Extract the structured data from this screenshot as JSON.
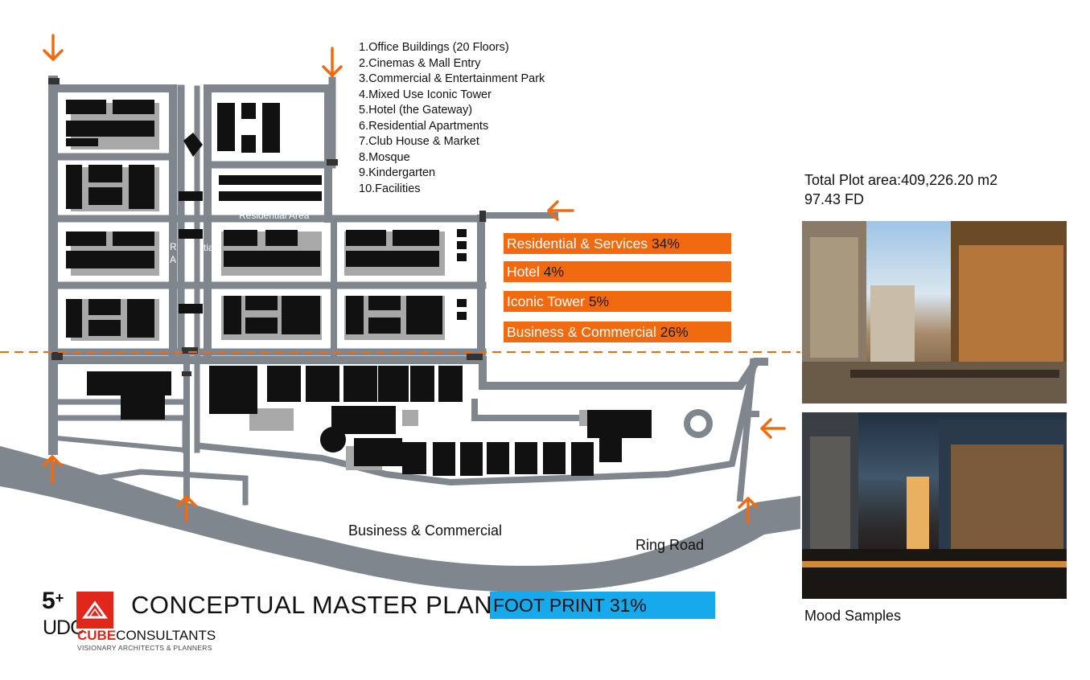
{
  "legend": {
    "items": [
      "1.Office Buildings (20 Floors)",
      "2.Cinemas & Mall Entry",
      "3.Commercial & Entertainment Park",
      "4.Mixed Use Iconic Tower",
      "5.Hotel (the Gateway)",
      "6.Residential Apartments",
      "7.Club House & Market",
      "8.Mosque",
      "9.Kindergarten",
      "10.Facilities"
    ]
  },
  "plot": {
    "area": "Total Plot area:409,226.20 m2",
    "fd": "97.43 FD"
  },
  "land_use": [
    {
      "label": "Residential & Services",
      "percent": "34%"
    },
    {
      "label": "Hotel",
      "percent": "4%"
    },
    {
      "label": "Iconic Tower",
      "percent": "5%"
    },
    {
      "label": "Business & Commercial",
      "percent": "26%"
    }
  ],
  "map_labels": {
    "residential_area": "Residential Area",
    "residential_partial_1": "R",
    "residential_partial_2": "tial",
    "residential_partial_3": "A",
    "business_commercial": "Business & Commercial",
    "ring_road": "Ring Road"
  },
  "mood": {
    "label": "Mood Samples"
  },
  "footprint": {
    "label": "FOOT PRINT 31%"
  },
  "title": {
    "text": "CONCEPTUAL MASTER PLAN"
  },
  "logo": {
    "number": "5",
    "plus": "+",
    "udc": "UDC",
    "cube_bold": "CUBE",
    "cube_rest": "CONSULTANTS",
    "tagline": "VISIONARY ARCHITECTS & PLANNERS"
  },
  "colors": {
    "accent": "#f26a0f",
    "road": "#7f868d",
    "building": "#111111",
    "footprint": "#16a9ec",
    "logo_red": "#e1261c"
  },
  "icons": [
    "arrow-down-icon",
    "arrow-left-icon",
    "arrow-up-icon",
    "logo-triangle-icon"
  ]
}
